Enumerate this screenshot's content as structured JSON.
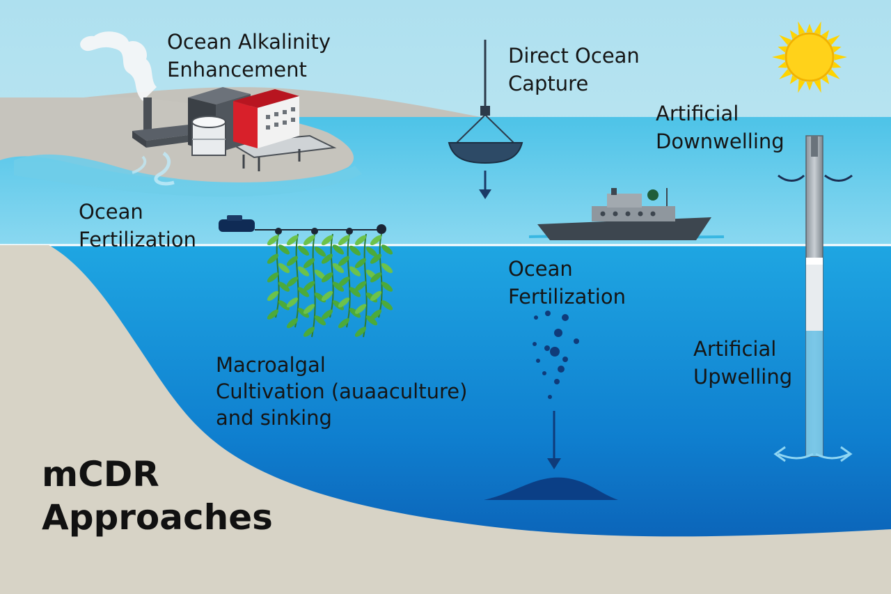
{
  "diagram": {
    "title": "mCDR\nApproaches",
    "labels": {
      "ocean_alkalinity_enhancement": "Ocean Alkalinity\nEnhancement",
      "direct_ocean_capture": "Direct Ocean\nCapture",
      "artificial_downwelling": "Artificial\nDownwelling",
      "ocean_fertilization_surface": "Ocean\nFertilization",
      "ocean_fertilization_deep": "Ocean\nFertilization",
      "macroalgal_cultivation": "Macroalgal\nCultivation (auaaculture)\nand sinking",
      "artificial_upwelling": "Artificial\nUpwelling"
    },
    "colors": {
      "sky": "#bfe7f2",
      "land": "#c9c7c0",
      "seabed": "#d8d4c8",
      "shallow_water": "#5cc9ea",
      "deep_water_top": "#1aa0df",
      "deep_water_bottom": "#0a5fb8",
      "sun": "#ffd400",
      "seaweed": "#4caa3a",
      "factory_red": "#d8202a",
      "ship_gray": "#4f5a66"
    },
    "icons": [
      "sun-icon",
      "factory-icon",
      "buoy-icon",
      "ship-icon",
      "pipe-icon",
      "seaweed-icon",
      "nutrient-dots-icon",
      "sediment-mound-icon"
    ]
  }
}
